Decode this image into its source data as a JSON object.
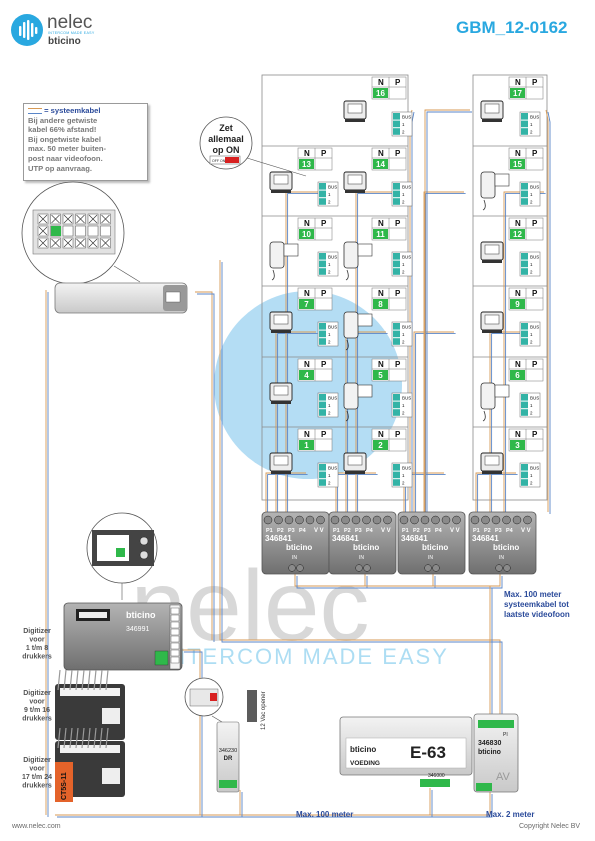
{
  "header": {
    "brand_name": "nelec",
    "brand_tagline": "INTERCOM MADE EASY",
    "brand_partner": "bticino",
    "doc_id": "GBM_12-0162"
  },
  "note": {
    "title": "= systeemkabel",
    "lines": [
      "Bij andere getwiste",
      "kabel 66% afstand!",
      "Bij ongetwiste kabel",
      "max. 50 meter buiten-",
      "post naar videofoon.",
      "UTP op aanvraag."
    ]
  },
  "callout_switch": [
    "Zet",
    "allemaal",
    "op ON"
  ],
  "switch_label": "OFF ON",
  "apartment_cell": {
    "n_label": "N",
    "p_label": "P"
  },
  "apartments_left": [
    "16",
    "13",
    "14",
    "10",
    "11",
    "7",
    "8",
    "4",
    "5",
    "1",
    "2"
  ],
  "apartments_right": [
    "17",
    "15",
    "12",
    "9",
    "6",
    "3"
  ],
  "terminal_labels": [
    "BUS",
    "1",
    "2"
  ],
  "distributor": {
    "code": "346841",
    "brand": "bticino",
    "ports": [
      "P1",
      "P2",
      "P3",
      "P4"
    ],
    "vv": "V V",
    "in": "IN"
  },
  "digitizer": {
    "code": "346991",
    "brand": "bticino"
  },
  "digitizer_notes": [
    {
      "lines": [
        "Digitizer",
        "voor",
        "1 t/m 8",
        "drukkers"
      ]
    },
    {
      "lines": [
        "Digitizer",
        "voor",
        "9 t/m 16",
        "drukkers"
      ]
    },
    {
      "lines": [
        "Digitizer",
        "voor",
        "17 t/m 24",
        "drukkers"
      ]
    }
  ],
  "addon_module_label": "CT5S-11",
  "relay": {
    "code": "346230",
    "model": "DR"
  },
  "door_opener": "12 Vac opener",
  "power_supply": {
    "brand": "bticino",
    "model": "E-63",
    "label": "VOEDING",
    "code": "346000"
  },
  "av_module": {
    "code": "346830",
    "brand": "bticino",
    "pi": "PI",
    "av": "AV"
  },
  "annotations": {
    "max100_systeem": [
      "Max. 100 meter",
      "systeemkabel tot",
      "laatste videofoon"
    ],
    "max100": "Max. 100 meter",
    "max2": "Max. 2 meter"
  },
  "footer": {
    "website": "www.nelec.com",
    "copyright": "Copyright Nelec BV"
  },
  "colors": {
    "accent_blue": "#29a8e0",
    "green_number": "#2fb84a",
    "cable_orange": "#d79a55",
    "cable_blue": "#5a86c8",
    "terminal_teal": "#33b3a6"
  }
}
